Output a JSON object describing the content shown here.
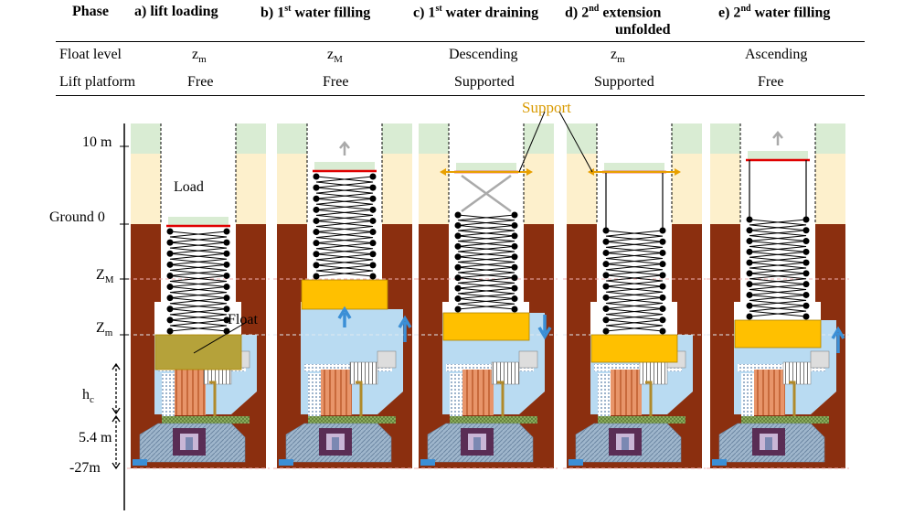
{
  "table": {
    "phase_label": "Phase",
    "phases": [
      {
        "letter": "a)",
        "title": "lift loading"
      },
      {
        "letter": "b) 1",
        "sup": "st",
        "title": " water filling"
      },
      {
        "letter": "c) 1",
        "sup": "st",
        "title": " water draining"
      },
      {
        "letter": "d) 2",
        "sup": "nd",
        "title": " extension",
        "title2": "unfolded"
      },
      {
        "letter": "e) 2",
        "sup": "nd",
        "title": " water filling"
      }
    ],
    "float_level_label": "Float level",
    "float_levels": [
      {
        "main": "z",
        "sub": "m"
      },
      {
        "main": "z",
        "sub": "M"
      },
      {
        "main": "Descending",
        "sub": ""
      },
      {
        "main": "z",
        "sub": "m"
      },
      {
        "main": "Ascending",
        "sub": ""
      }
    ],
    "lift_platform_label": "Lift platform",
    "lift_platform": [
      "Free",
      "Free",
      "Supported",
      "Supported",
      "Free"
    ]
  },
  "axis": {
    "ten_m": "10 m",
    "ground": "Ground 0",
    "zM": {
      "main": "Z",
      "sub": "M"
    },
    "zm": {
      "main": "Z",
      "sub": "m"
    },
    "hc": {
      "main": "h",
      "sub": "c"
    },
    "five_four": "5.4 m",
    "minus27": "-27m"
  },
  "annotations": {
    "load": "Load",
    "float": "Float",
    "support": "Support"
  },
  "colors": {
    "soil": "#8b2f0f",
    "sky_green": "#d9ecd3",
    "sky_yellow": "#fdf0cc",
    "water": "#b9dbf2",
    "float_orange": "#ffc000",
    "float_olive": "#b5a23a",
    "platform_red": "#e00000",
    "arrow_blue": "#3b8fd6",
    "support_orange": "#e8a000",
    "support_text": "#d99a00"
  }
}
